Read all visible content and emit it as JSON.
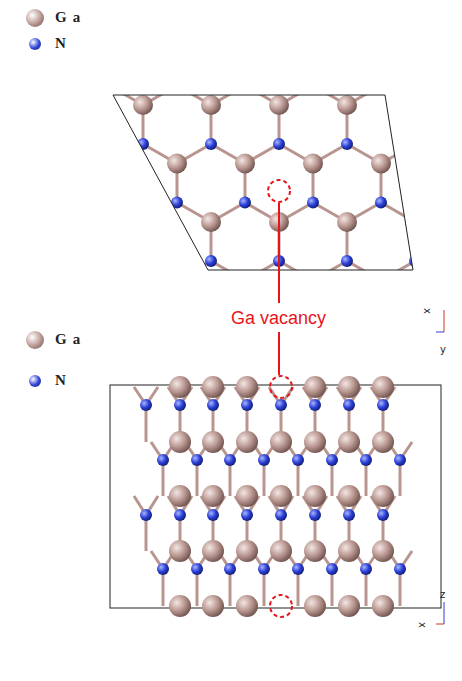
{
  "diagram": {
    "labels": [
      "Ga vacancy",
      "x",
      "y",
      "z",
      "x"
    ],
    "legend": [
      {
        "text": "Ga",
        "color": "#b8958f"
      },
      {
        "text": "N",
        "color": "#2a3fd6"
      },
      {
        "text": "Ga",
        "color": "#b8958f"
      },
      {
        "text": "N",
        "color": "#2a3fd6"
      }
    ]
  }
}
